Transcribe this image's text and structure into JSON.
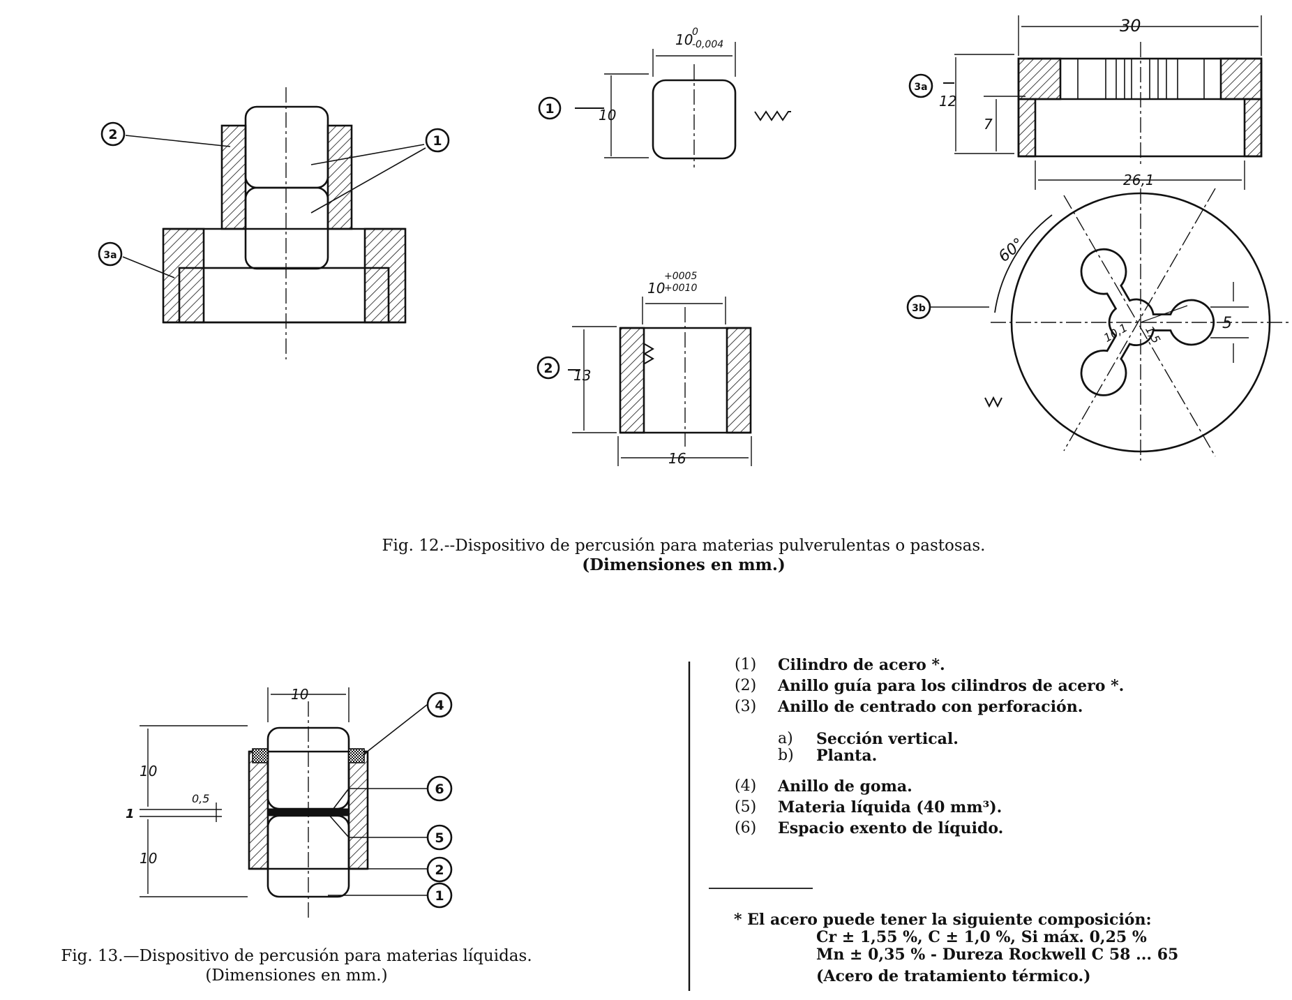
{
  "callouts": {
    "c1": "1",
    "c2": "2",
    "c3a": "3a",
    "c3b": "3b",
    "c4": "4",
    "c5": "5",
    "c6": "6"
  },
  "fig12": {
    "caption_line1": "Fig. 12.--Dispositivo de percusión para materias pulverulentas o pastosas.",
    "caption_line2": "(Dimensiones en mm.)",
    "dims": {
      "cyl_diameter": "10",
      "cyl_tol_upper": "0",
      "cyl_tol_lower": "-0,004",
      "cyl_height": "10",
      "ring_bore": "10",
      "ring_tol_upper": "+0005",
      "ring_tol_lower": "+0010",
      "ring_height": "13",
      "ring_outer": "16",
      "centr_outer": "30",
      "centr_inner": "26,1",
      "centr_height": "12",
      "centr_depth": "7",
      "angle": "60°",
      "hole_width": "5",
      "pcd": "10,1",
      "hole_radius": "1,5"
    }
  },
  "fig13": {
    "caption_line1": "Fig. 13.—Dispositivo de percusión para materias líquidas.",
    "caption_line2": "(Dimensiones en mm.)",
    "dims": {
      "diameter": "10",
      "top": "10",
      "bottom": "10",
      "gap": "0,5",
      "one": "1"
    }
  },
  "legend": {
    "items": [
      {
        "num": "(1)",
        "text": "Cilindro de acero *."
      },
      {
        "num": "(2)",
        "text": "Anillo guía para los cilindros de acero *."
      },
      {
        "num": "(3)",
        "text": "Anillo de centrado con perforación."
      }
    ],
    "subitems": [
      {
        "num": "a)",
        "text": "Sección vertical."
      },
      {
        "num": "b)",
        "text": "Planta."
      }
    ],
    "items2": [
      {
        "num": "(4)",
        "text": "Anillo de goma."
      },
      {
        "num": "(5)",
        "text": "Materia líquida (40 mm³)."
      },
      {
        "num": "(6)",
        "text": "Espacio exento de líquido."
      }
    ]
  },
  "footnote": {
    "line1": "*  El acero puede tener la siguiente composición:",
    "line2": "Cr ± 1,55 %,  C ± 1,0 %,  Si máx. 0,25 %",
    "line3": "Mn ± 0,35 %  -  Dureza Rockwell C 58 ... 65",
    "line4": "(Acero de tratamiento térmico.)"
  }
}
